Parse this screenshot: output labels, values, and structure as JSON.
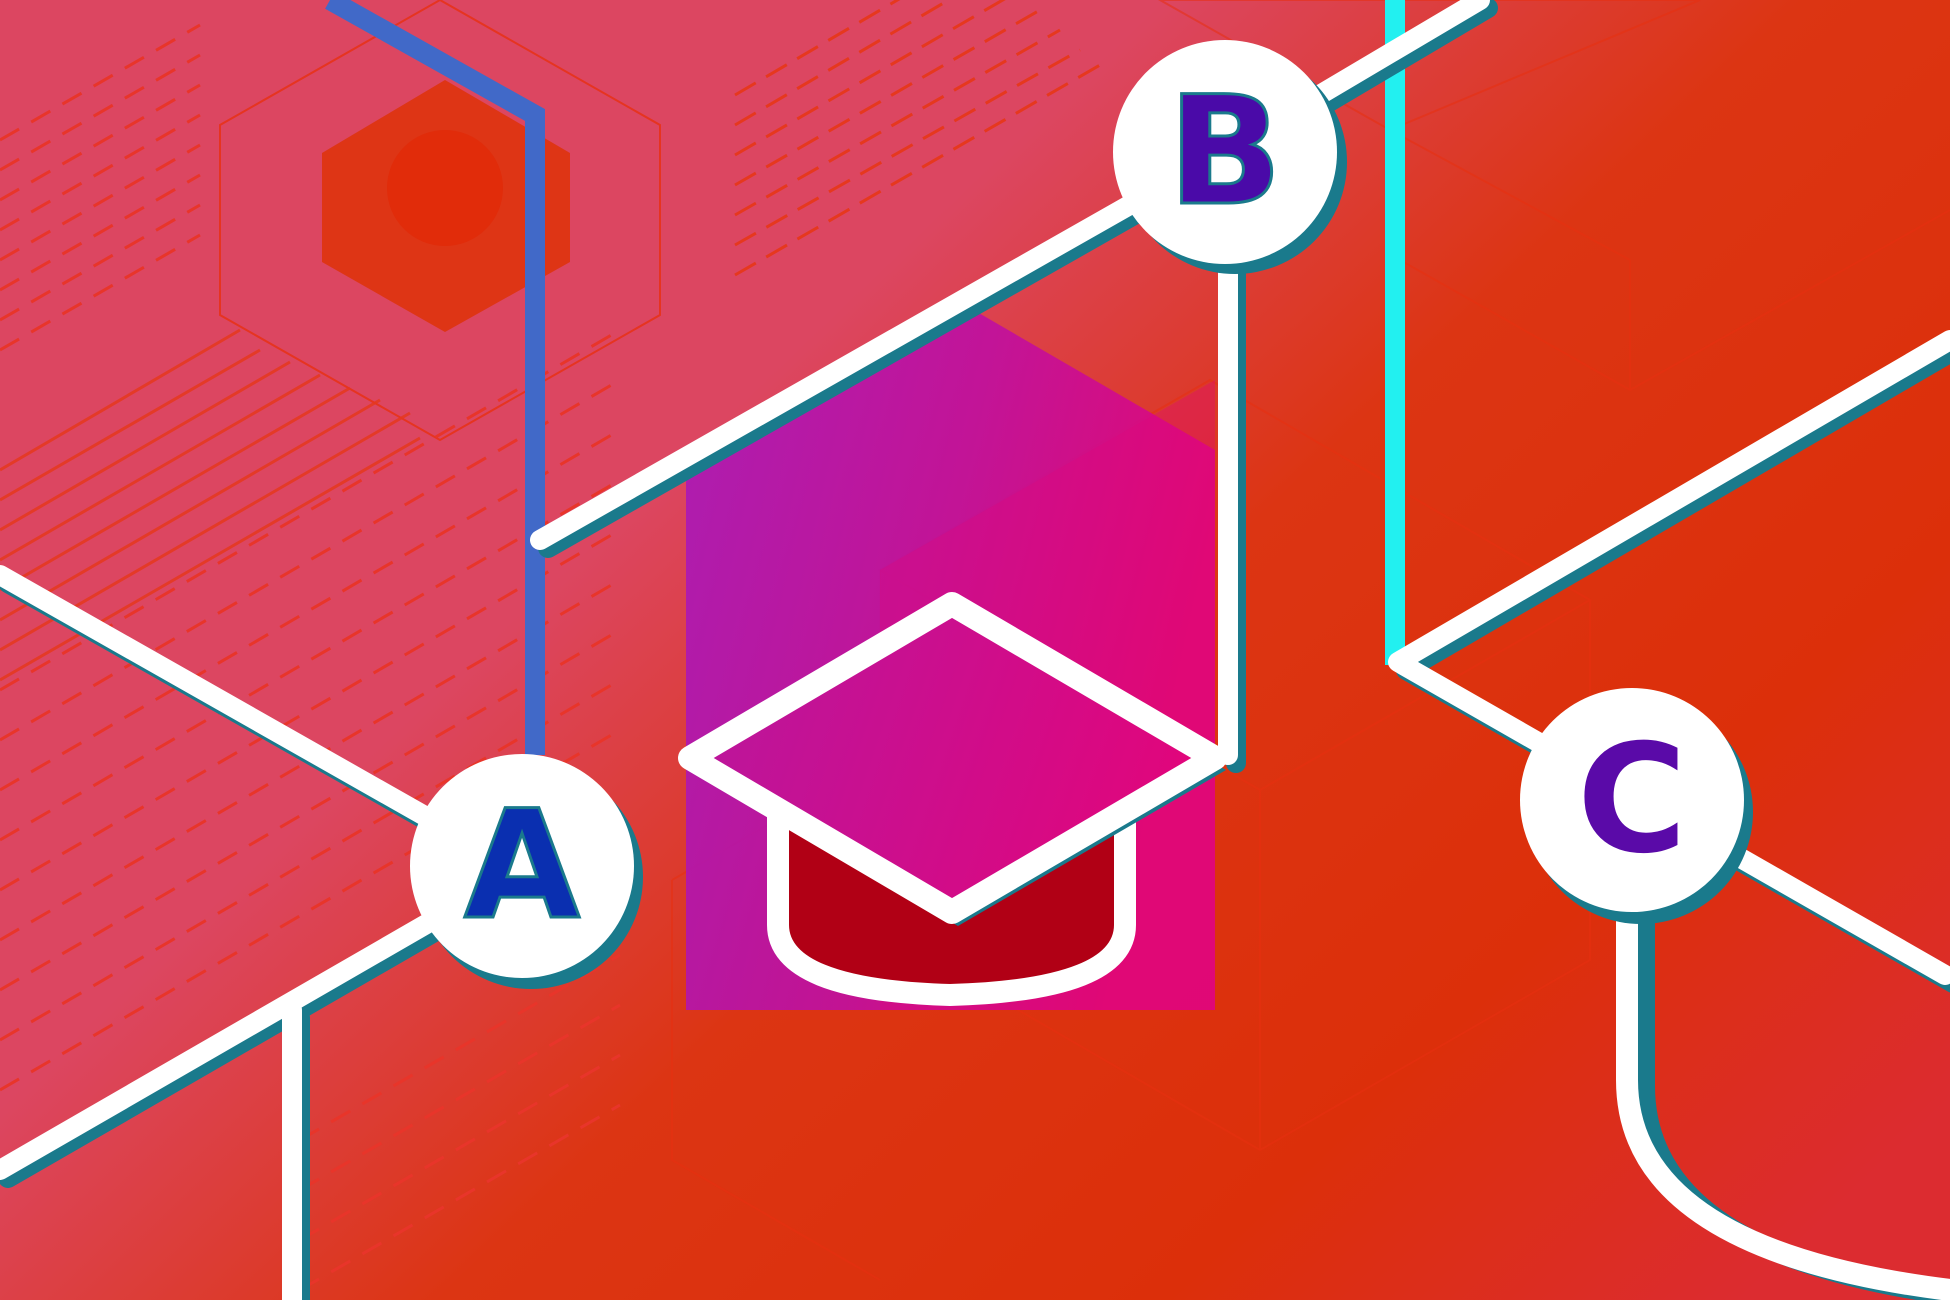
{
  "illustration": {
    "subject": "graduation-cap-on-abc-path-network",
    "nodes": [
      {
        "id": "a",
        "letter": "A",
        "color": "#0a2fb0"
      },
      {
        "id": "b",
        "letter": "B",
        "color": "#4a0aa8"
      },
      {
        "id": "c",
        "letter": "C",
        "color": "#5a0aa8"
      }
    ],
    "palette": {
      "background_left": "#dc4661",
      "background_right": "#dc2f0a",
      "path_line": "#ffffff",
      "path_shadow": "#1a7a8c",
      "blue_line": "#4169c8",
      "cyan_line": "#22f0f0",
      "cap_top": "#b7179f",
      "cap_base": "#b10015",
      "cube_left": "#a81ab8",
      "cube_right": "#e0067c",
      "accent_stroke": "#e83010"
    }
  }
}
